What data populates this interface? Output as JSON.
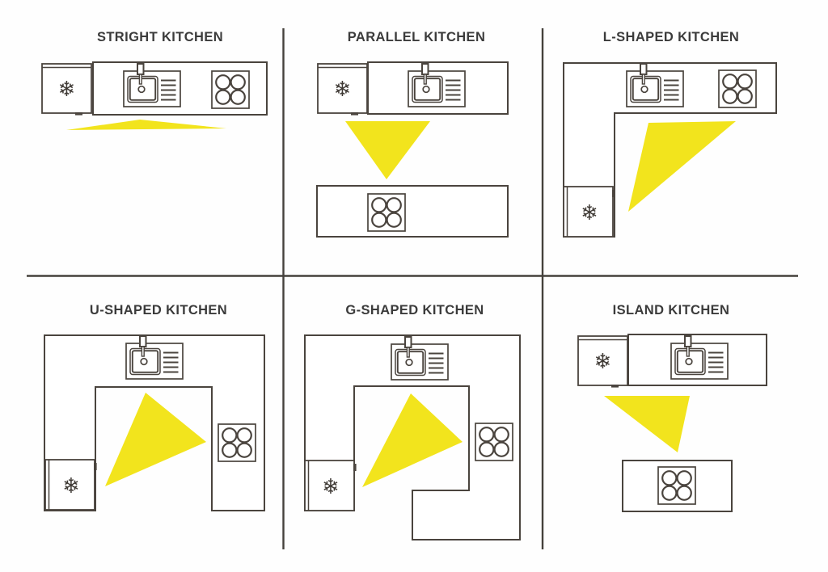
{
  "diagram": {
    "kind": "kitchen-layout-types",
    "rows": 2,
    "columns": 3
  },
  "panels": [
    {
      "id": "straight-kitchen",
      "title": "STRIGHT KITCHEN",
      "appliances": [
        "refrigerator",
        "sink",
        "cooktop"
      ],
      "has_work_triangle": true
    },
    {
      "id": "parallel-kitchen",
      "title": "PARALLEL KITCHEN",
      "appliances": [
        "refrigerator",
        "sink",
        "cooktop"
      ],
      "has_work_triangle": true
    },
    {
      "id": "l-shaped-kitchen",
      "title": "L-SHAPED KITCHEN",
      "appliances": [
        "refrigerator",
        "sink",
        "cooktop"
      ],
      "has_work_triangle": true
    },
    {
      "id": "u-shaped-kitchen",
      "title": "U-SHAPED KITCHEN",
      "appliances": [
        "refrigerator",
        "sink",
        "cooktop"
      ],
      "has_work_triangle": true
    },
    {
      "id": "g-shaped-kitchen",
      "title": "G-SHAPED KITCHEN",
      "appliances": [
        "refrigerator",
        "sink",
        "cooktop"
      ],
      "has_work_triangle": true
    },
    {
      "id": "island-kitchen",
      "title": "ISLAND KITCHEN",
      "appliances": [
        "refrigerator",
        "sink",
        "cooktop"
      ],
      "has_work_triangle": true
    }
  ],
  "icons": {
    "snowflake": "❄",
    "refrigerator": "snowflake-icon",
    "sink": "sink-basin-icon",
    "cooktop": "four-burner-icon"
  },
  "colors": {
    "outline": "#4a443e",
    "divider": "#45413c",
    "work_triangle": "#f2e41d",
    "title_text": "#3b3b3b",
    "background": "#fefefe"
  }
}
